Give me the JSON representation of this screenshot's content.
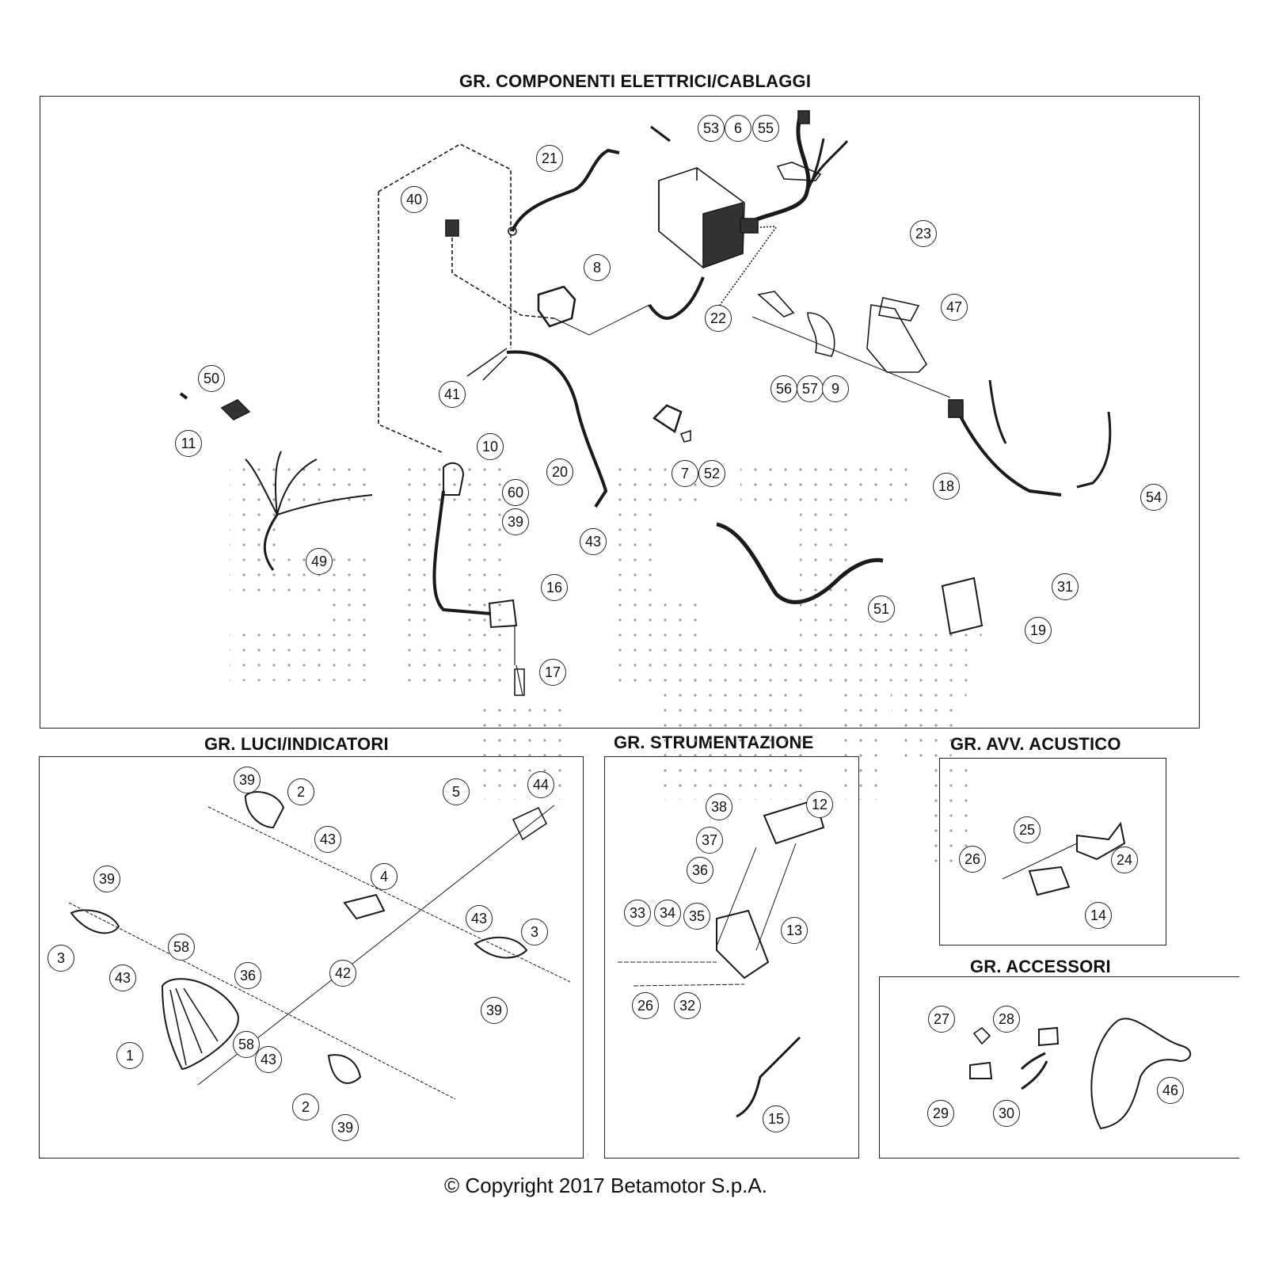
{
  "sections": {
    "electrical": {
      "title": "GR. COMPONENTI ELETTRICI/CABLAGGI"
    },
    "lights": {
      "title": "GR. LUCI/INDICATORI"
    },
    "instruments": {
      "title": "GR. STRUMENTAZIONE"
    },
    "horn": {
      "title": "GR. AVV. ACUSTICO"
    },
    "accessories": {
      "title": "GR. ACCESSORI"
    }
  },
  "callouts": {
    "electrical": [
      "53",
      "6",
      "55",
      "21",
      "40",
      "23",
      "8",
      "22",
      "47",
      "50",
      "41",
      "56",
      "57",
      "9",
      "11",
      "10",
      "7",
      "52",
      "20",
      "60",
      "18",
      "54",
      "39",
      "43",
      "49",
      "16",
      "51",
      "31",
      "19",
      "17"
    ],
    "lights": [
      "39",
      "2",
      "5",
      "44",
      "43",
      "4",
      "39",
      "43",
      "3",
      "3",
      "58",
      "36",
      "43",
      "42",
      "39",
      "1",
      "58",
      "43",
      "2",
      "39"
    ],
    "instruments": [
      "38",
      "12",
      "37",
      "36",
      "33",
      "34",
      "35",
      "13",
      "26",
      "32",
      "15"
    ],
    "horn": [
      "25",
      "26",
      "24",
      "14"
    ],
    "accessories": [
      "27",
      "28",
      "46",
      "29",
      "30"
    ]
  },
  "footer": {
    "copyright": "© Copyright 2017 Betamotor S.p.A."
  }
}
